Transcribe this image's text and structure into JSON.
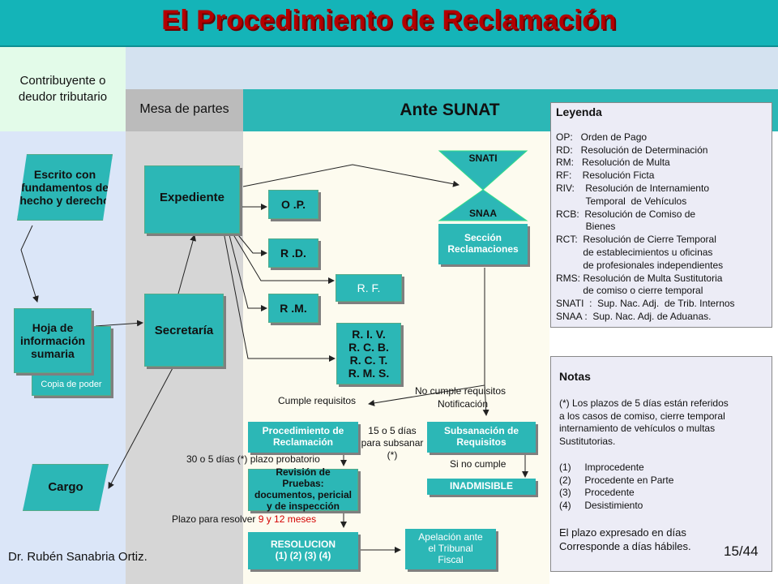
{
  "title": "El Procedimiento de Reclamación",
  "columns": {
    "contribuyente": "Contribuyente o deudor tributario",
    "mesa": "Mesa de partes",
    "sunat": "Ante SUNAT"
  },
  "nodes": {
    "escrito": "Escrito con fundamentos de hecho y derecho",
    "hoja": "Hoja de información sumaria",
    "copia": "Copia de poder",
    "cargo": "Cargo",
    "expediente": "Expediente",
    "secretaria": "Secretaría",
    "op": "O .P.",
    "rd": "R .D.",
    "rf": "R. F.",
    "rm": "R .M.",
    "group": "R. I. V. R. C. B. R. C. T. R. M. S.",
    "snati": "SNATI",
    "snaa": "SNAA",
    "seccion": "Sección Reclamaciones",
    "procedimiento": "Procedimiento de Reclamación",
    "subsanacion": "Subsanación de Requisitos",
    "inadmisible": "INADMISIBLE",
    "revision": "Revisión de Pruebas: documentos, pericial y de inspección",
    "resolucion": "RESOLUCION (1) (2) (3) (4)",
    "apelacion": "Apelación ante el Tribunal Fiscal"
  },
  "labels": {
    "cumple": "Cumple requisitos",
    "no_cumple": "No cumple requisitos",
    "notificacion": "Notificación",
    "plazo_subsanar": "15 o 5 días para subsanar (*)",
    "si_no_cumple": "Si no cumple",
    "plazo_probatorio": "30 o 5 días (*) plazo probatorio",
    "plazo_resolver": "Plazo para resolver ",
    "plazo_resolver_hi": "9 y 12 meses"
  },
  "legend": {
    "title": "Leyenda",
    "lines": [
      "",
      "OP:   Orden de Pago",
      "RD:   Resolución de Determinación",
      "RM:   Resolución de Multa",
      "RF:    Resolución Ficta",
      "RIV:    Resolución de Internamiento",
      "           Temporal  de Vehículos",
      "RCB:  Resolución de Comiso de",
      "           Bienes",
      "RCT:  Resolución de Cierre Temporal",
      "          de establecimientos u oficinas",
      "          de profesionales independientes",
      "RMS: Resolución de Multa Sustitutoria",
      "          de comiso o cierre temporal",
      "SNATI  :  Sup. Nac. Adj.  de Trib. Internos",
      "SNAA :  Sup. Nac. Adj. de Aduanas."
    ]
  },
  "notes": {
    "title": "Notas",
    "lines": [
      "",
      "(*) Los plazos de 5 días están referidos",
      "a los casos de comiso, cierre temporal",
      "internamiento de vehículos o multas",
      "Sustitutorias.",
      "",
      "(1)     Improcedente",
      "(2)     Procedente en Parte",
      "(3)     Procedente",
      "(4)     Desistimiento",
      ""
    ],
    "footer1": "El plazo expresado en días",
    "footer2": "Corresponde a días hábiles."
  },
  "author": "Dr. Rubén Sanabria Ortiz.",
  "page_number": "15/44",
  "colors": {
    "teal": "#2cb7b6",
    "title_red": "#b30000",
    "highlight_red": "#d40000"
  }
}
